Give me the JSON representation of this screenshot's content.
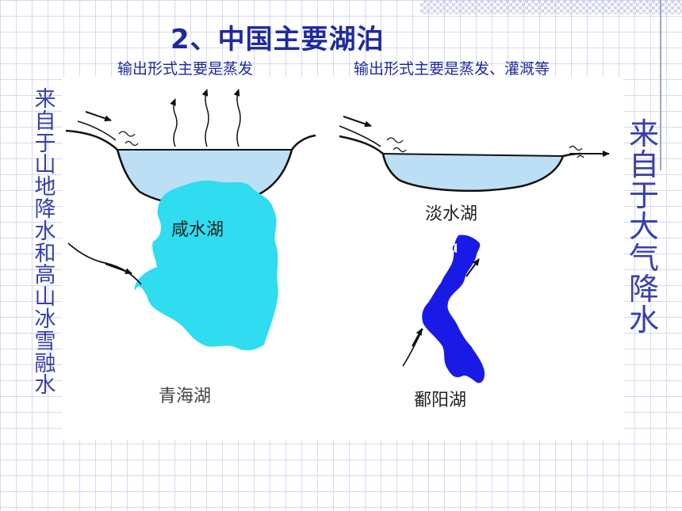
{
  "title": "2、中国主要湖泊",
  "subtitles": {
    "left": "输出形式主要是蒸发",
    "right": "输出形式主要是蒸发、灌溉等"
  },
  "side_labels": {
    "left": "来自于山地降水和高山冰雪融水",
    "right": "来自于大气降水"
  },
  "lake_labels": {
    "saltwater": "咸水湖",
    "freshwater": "淡水湖",
    "qinghai": "青海湖",
    "poyang": "鄱阳湖"
  },
  "colors": {
    "title": "#1f2a9c",
    "lake_water": "#bcdff5",
    "qinghai": "#2fdcf0",
    "poyang": "#1a1ae6",
    "side_text": "#3a3fa8"
  }
}
